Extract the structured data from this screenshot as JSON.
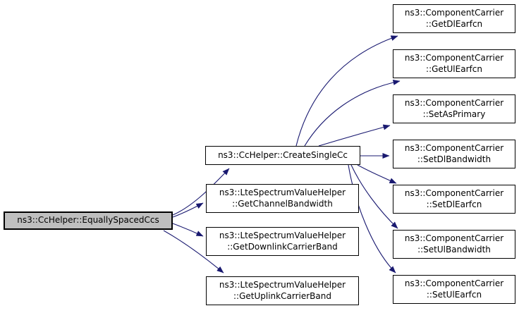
{
  "diagram": {
    "type": "call-graph",
    "root_function": "ns3::CcHelper::EquallySpacedCcs",
    "colors": {
      "edge": "#191970",
      "node_border": "#000000",
      "node_fill": "#ffffff",
      "highlight_fill": "#bfbfbf",
      "background": "#ffffff"
    },
    "nodes": [
      {
        "id": "equally-spaced-ccs",
        "label": "ns3::CcHelper::EquallySpacedCcs",
        "highlighted": true
      },
      {
        "id": "create-single-cc",
        "label": "ns3::CcHelper::CreateSingleCc",
        "highlighted": false
      },
      {
        "id": "get-channel-bandwidth",
        "label": "ns3::LteSpectrumValueHelper\n::GetChannelBandwidth",
        "highlighted": false
      },
      {
        "id": "get-downlink-carrier-band",
        "label": "ns3::LteSpectrumValueHelper\n::GetDownlinkCarrierBand",
        "highlighted": false
      },
      {
        "id": "get-uplink-carrier-band",
        "label": "ns3::LteSpectrumValueHelper\n::GetUplinkCarrierBand",
        "highlighted": false
      },
      {
        "id": "get-dl-earfcn",
        "label": "ns3::ComponentCarrier\n::GetDlEarfcn",
        "highlighted": false
      },
      {
        "id": "get-ul-earfcn",
        "label": "ns3::ComponentCarrier\n::GetUlEarfcn",
        "highlighted": false
      },
      {
        "id": "set-as-primary",
        "label": "ns3::ComponentCarrier\n::SetAsPrimary",
        "highlighted": false
      },
      {
        "id": "set-dl-bandwidth",
        "label": "ns3::ComponentCarrier\n::SetDlBandwidth",
        "highlighted": false
      },
      {
        "id": "set-dl-earfcn",
        "label": "ns3::ComponentCarrier\n::SetDlEarfcn",
        "highlighted": false
      },
      {
        "id": "set-ul-bandwidth",
        "label": "ns3::ComponentCarrier\n::SetUlBandwidth",
        "highlighted": false
      },
      {
        "id": "set-ul-earfcn",
        "label": "ns3::ComponentCarrier\n::SetUlEarfcn",
        "highlighted": false
      }
    ],
    "edges": [
      {
        "from": "equally-spaced-ccs",
        "to": "create-single-cc"
      },
      {
        "from": "equally-spaced-ccs",
        "to": "get-channel-bandwidth"
      },
      {
        "from": "equally-spaced-ccs",
        "to": "get-downlink-carrier-band"
      },
      {
        "from": "equally-spaced-ccs",
        "to": "get-uplink-carrier-band"
      },
      {
        "from": "create-single-cc",
        "to": "get-dl-earfcn"
      },
      {
        "from": "create-single-cc",
        "to": "get-ul-earfcn"
      },
      {
        "from": "create-single-cc",
        "to": "set-as-primary"
      },
      {
        "from": "create-single-cc",
        "to": "set-dl-bandwidth"
      },
      {
        "from": "create-single-cc",
        "to": "set-dl-earfcn"
      },
      {
        "from": "create-single-cc",
        "to": "set-ul-bandwidth"
      },
      {
        "from": "create-single-cc",
        "to": "set-ul-earfcn"
      }
    ]
  }
}
